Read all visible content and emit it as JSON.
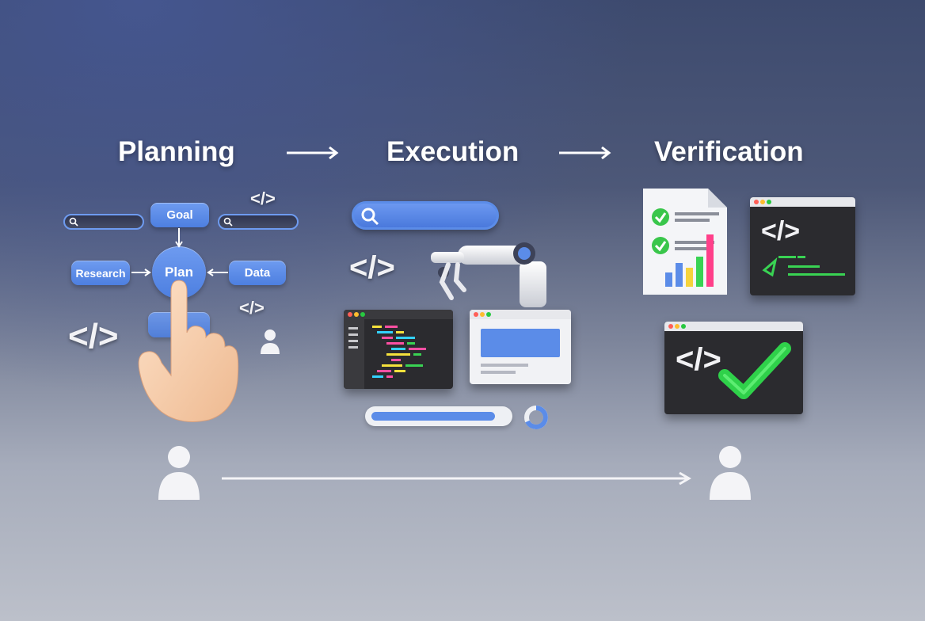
{
  "stages": {
    "planning": "Planning",
    "execution": "Execution",
    "verification": "Verification"
  },
  "planning": {
    "goal": "Goal",
    "plan": "Plan",
    "research": "Research",
    "data": "Data",
    "code_symbol": "</>"
  },
  "execution": {
    "code_symbol": "</>"
  },
  "verification": {
    "code_symbol": "</>"
  },
  "colors": {
    "accent_blue": "#5b8ce8",
    "check_green": "#39d353",
    "dark_panel": "#2b2b2f"
  },
  "icons": {
    "search": "search-icon",
    "hand": "pointing-hand-icon",
    "robot_arm": "robot-arm-icon",
    "person": "person-icon",
    "checkmark": "checkmark-icon"
  }
}
